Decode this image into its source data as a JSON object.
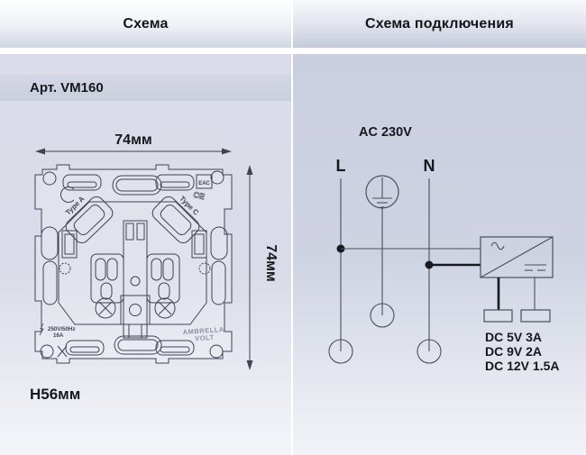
{
  "tabs": {
    "schema": "Схема",
    "connection": "Схема подключения"
  },
  "article": "Арт. VM160",
  "dimensions": {
    "width": "74мм",
    "height": "74мм",
    "depth": "H56мм"
  },
  "drawing": {
    "type_a": "Type A",
    "type_c": "Type C",
    "rating": "250V/50Hz",
    "current": "16A",
    "brand_top": "AMBRELLA",
    "brand_bottom": "VOLT",
    "ce_mark": "CE",
    "eac_mark": "ЕАС"
  },
  "circuit": {
    "input": "AC 230V",
    "live": "L",
    "neutral": "N",
    "outputs": [
      "DC 5V 3A",
      "DC 9V 2A",
      "DC 12V 1.5A"
    ]
  },
  "colors": {
    "text": "#17181c",
    "line": "#4a4f5c",
    "bold_line": "#191a1f",
    "panel_left": "#dadde9",
    "panel_right": "#cacfe0"
  }
}
